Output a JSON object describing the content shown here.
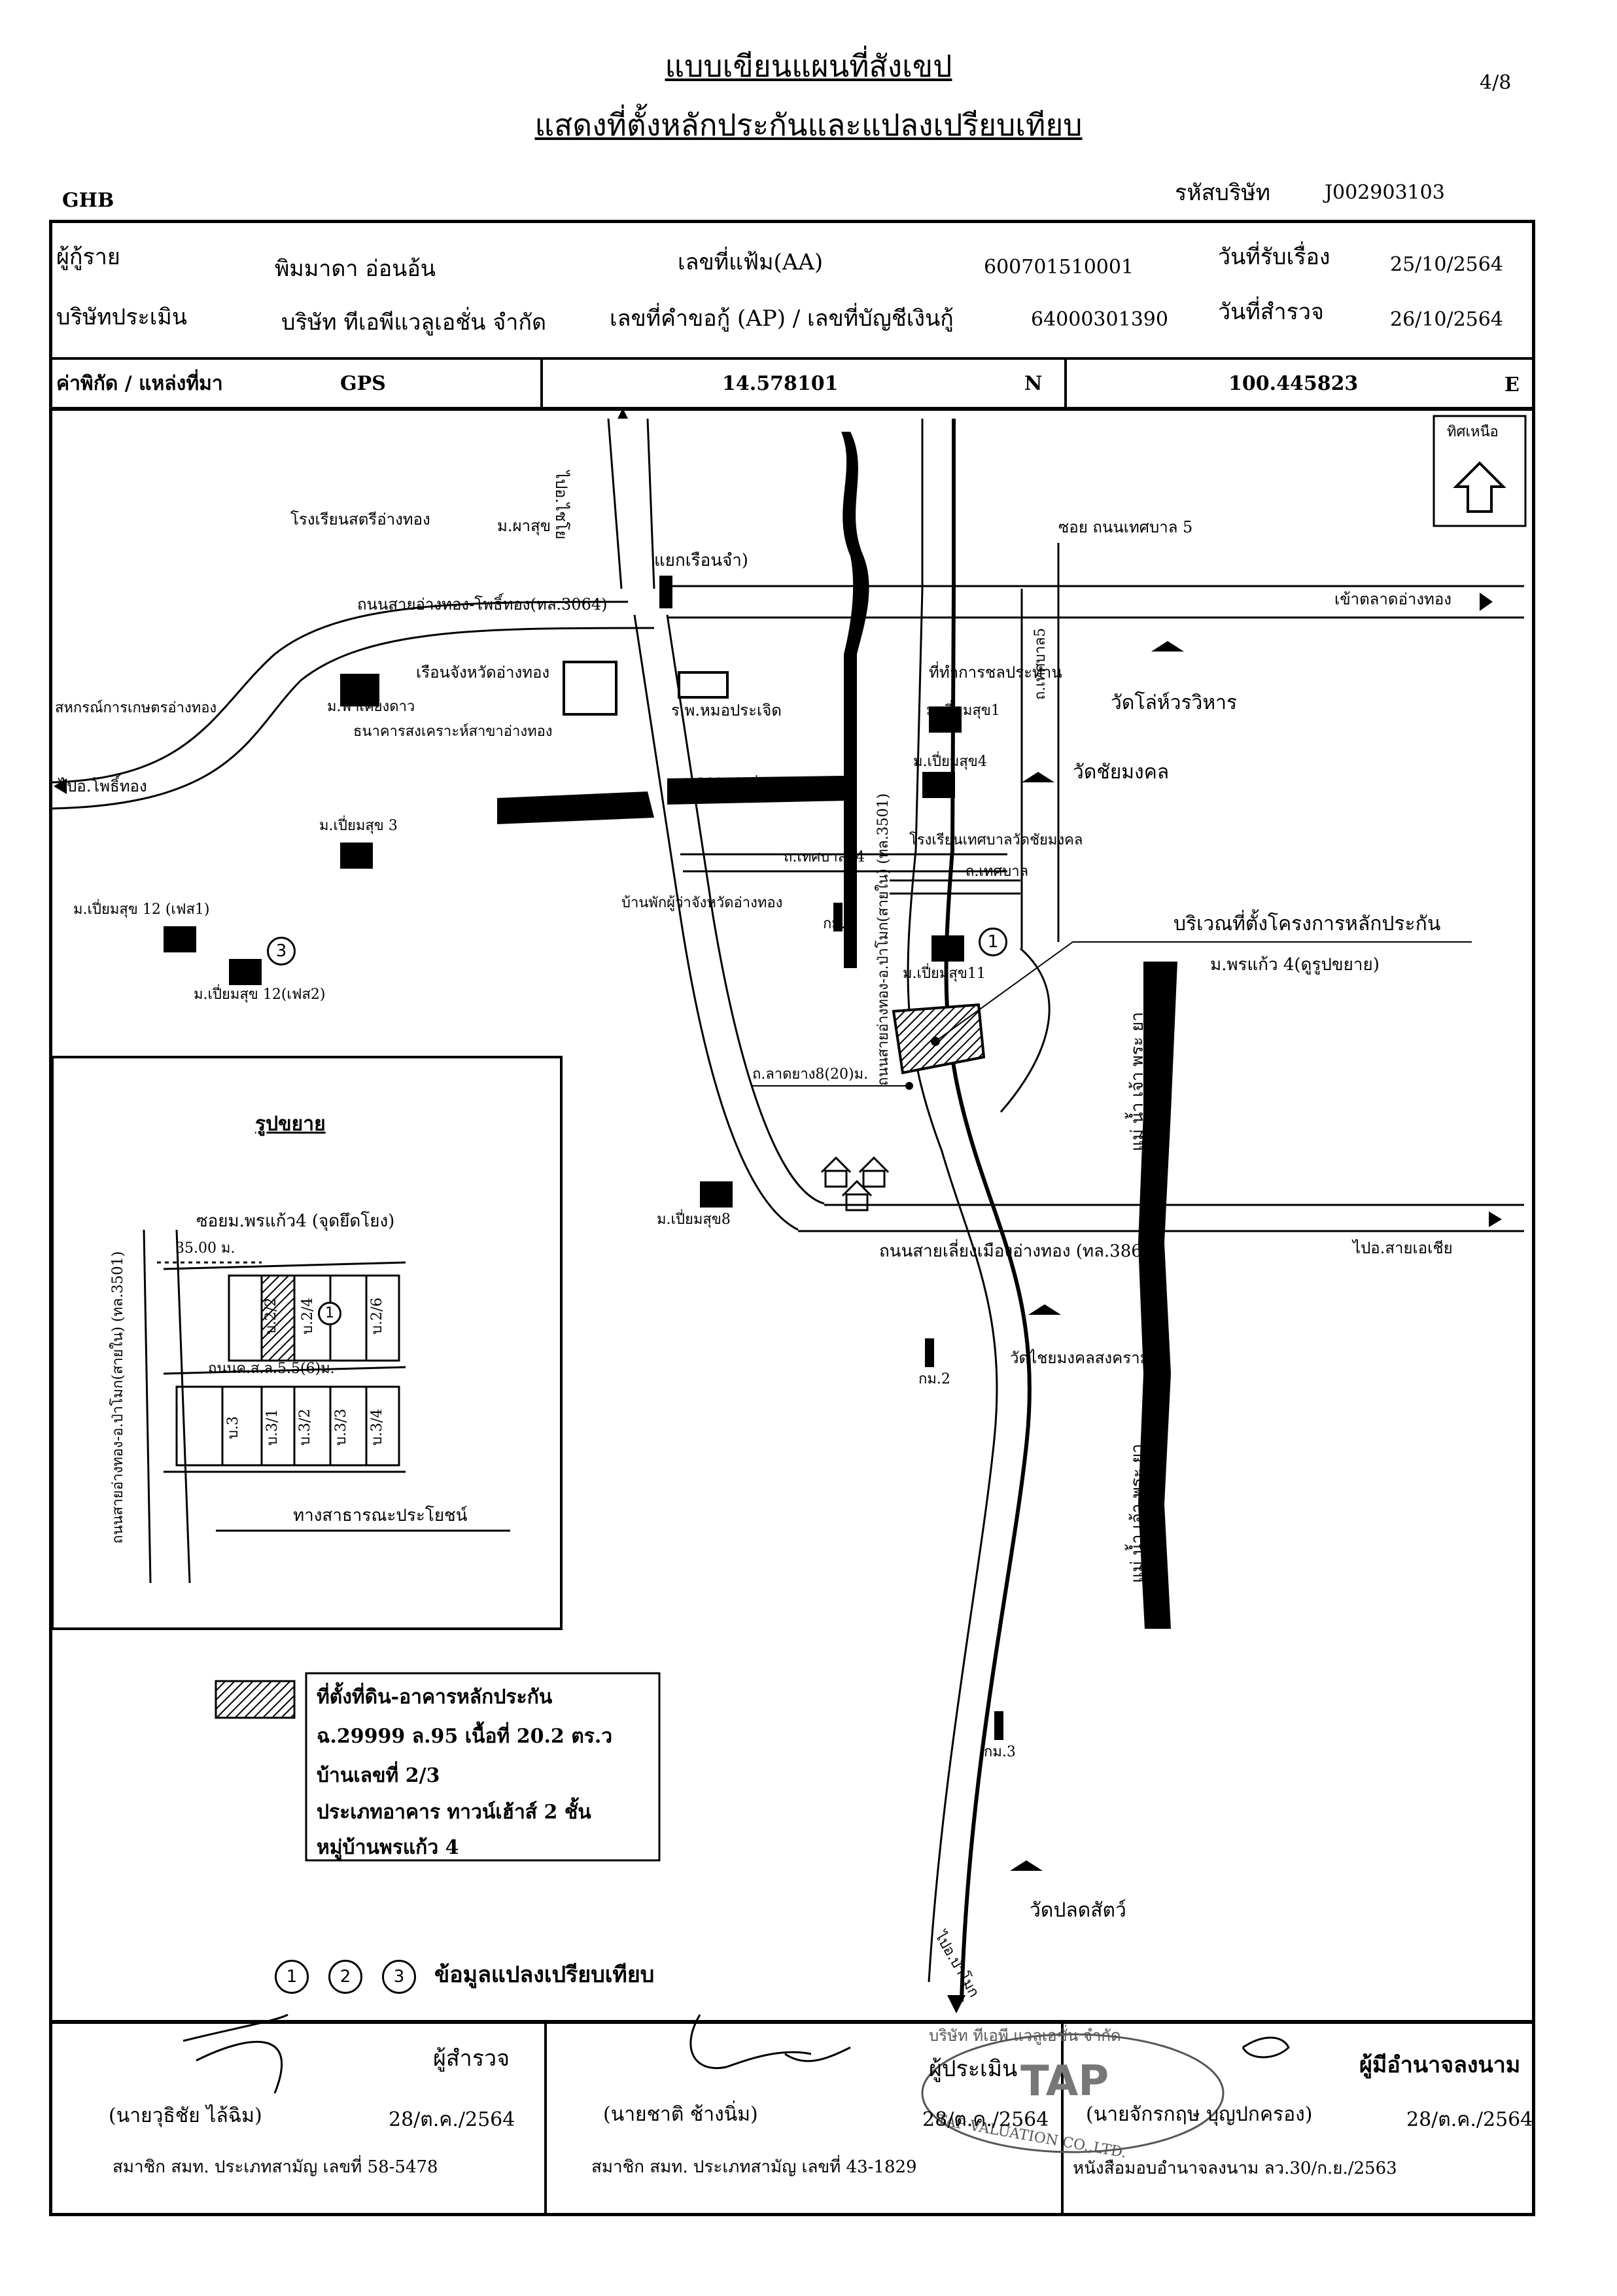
{
  "header": {
    "title_line1": "แบบเขียนแผนที่สังเขป",
    "title_line2": "แสดงที่ตั้งหลักประกันและแปลงเปรียบเทียบ",
    "page_no": "4/8",
    "ghb": "GHB",
    "company_code_label": "รหัสบริษัท",
    "company_code": "J002903103"
  },
  "info": {
    "borrower_label": "ผู้กู้ราย",
    "borrower": "พิมมาดา อ่อนอ้น",
    "file_no_label": "เลขที่แฟ้ม(AA)",
    "file_no": "600701510001",
    "received_label": "วันที่รับเรื่อง",
    "received_date": "25/10/2564",
    "appraiser_label": "บริษัทประเมิน",
    "appraiser": "บริษัท ทีเอพีแวลูเอชั่น จำกัด",
    "request_no_label": "เลขที่คำขอกู้ (AP) / เลขที่บัญชีเงินกู้",
    "request_no": "64000301390",
    "survey_label": "วันที่สำรวจ",
    "survey_date": "26/10/2564",
    "coord_label": "ค่าพิกัด / แหล่งที่มา",
    "coord_source": "GPS",
    "lat": "14.578101",
    "lat_dir": "N",
    "lon": "100.445823",
    "lon_dir": "E"
  },
  "map": {
    "north_label": "ทิศเหนือ",
    "labels": {
      "school_satri": "โรงเรียนสตรีอ่างทอง",
      "m_phasuk": "ม.ผาสุข",
      "yaek_ruean_cham": "แยกเรือนจำ)",
      "road_angthong_pho": "ถนนสายอ่างทอง-โพธิ์ทอง(ทล.3064)",
      "soi_thetsaban5": "ซอย ถนนเทศบาล 5",
      "to_market": "เข้าตลาดอ่างทอง",
      "to_chaiyo": "ไปอ.ไชโย",
      "prison": "เรือนจังหวัดอ่างทอง",
      "coop": "สหกรณ์การเกษตรอ่างทอง",
      "m_fahkiangdao": "ม.ฟ้าเคียงดาว",
      "ghb_branch": "ธนาคารสงเคราะห์สาขาอ่างทอง",
      "hospital": "ร.พ.หมอประเจิด",
      "irrigation": "ที่ทำการชลประทาน",
      "wat_lo_hawiharn": "วัดโล่ห์วรวิหาร",
      "m_piamsuk1": "ม.เปี่ยมสุข1",
      "m_piamsuk4": "ม.เปี่ยมสุข4",
      "wat_chai_mongkol": "วัดชัยมงคล",
      "to_photong": "ไปอ.โพธิ์ทอง",
      "m_piamsuk3": "ม.เปี่ยมสุข 3",
      "canal": "คลองชลประทาน",
      "road_thetsaban14": "ถ.เทศบาล14",
      "school_thetsaban": "โรงเรียนเทศบาลวัดชัยมงคล",
      "road_thetsaban": "ถ.เทศบาล",
      "road_thetsaban5": "ถ.เทศบาล5",
      "governor_house": "บ้านพักผู้ว่าจังหวัดอ่างทอง",
      "km1": "กม.1",
      "m_piamsuk12_1": "ม.เปี่ยมสุข 12 (เฟส1)",
      "m_piamsuk12_2": "ม.เปี่ยมสุข 12(เฟส2)",
      "m_piamsuk11": "ม.เปี่ยมสุข11",
      "collateral_area": "บริเวณที่ตั้งโครงการหลักประกัน",
      "village": "ม.พรแก้ว 4(ดูรูปขยาย)",
      "road_3501": "ถนนสายอ่างทอง-อ.ป่าโมก(สายใน) (ทล.3501)",
      "road_ladyang": "ถ.ลาดยาง8(20)ม.",
      "river": "แม่ น้ำ เจ้า พระ ยา",
      "m_piamsuk8": "ม.เปี่ยมสุข8",
      "road_386": "ถนนสายเลี่ยงเมืองอ่างทอง (ทล.386)",
      "to_sena": "ไปอ.สายเอเชีย",
      "km2": "กม.2",
      "wat_chai_mongkol_songkhram": "วัดไชยมงคลสงคราม",
      "km3": "กม.3",
      "wat_plod_sat": "วัดปลดสัตว์",
      "to_pamok": "ไปอ.ป่าโมก",
      "num1": "1",
      "num3": "3"
    },
    "inset": {
      "title": "รูปขยาย",
      "soi": "ซอยม.พรแก้ว4 (จุดยึดโยง)",
      "distance": "35.00 ม.",
      "road_inner": "ถนนค.ส.ล.5.5(6)ม.",
      "road_main": "ถนนสายอ่างทอง-อ.ป่าโมก(สายใน) (ทล.3501)",
      "public": "ทางสาธารณะประโยชน์",
      "lots_top": [
        "บ.2/2",
        "บ.2/4",
        "บ.2/6"
      ],
      "lots_bottom": [
        "บ.3",
        "บ.3/1",
        "บ.3/2",
        "บ.3/3",
        "บ.3/4"
      ],
      "num1": "1"
    },
    "legend": {
      "line1": "ที่ตั้งที่ดิน-อาคารหลักประกัน",
      "line2": "ฉ.29999 ล.95 เนื้อที่ 20.2 ตร.ว",
      "line3": "บ้านเลขที่  2/3",
      "line4": "ประเภทอาคาร ทาวน์เฮ้าส์ 2 ชั้น",
      "line5": "หมู่บ้านพรแก้ว 4",
      "compare_nums": [
        "1",
        "2",
        "3"
      ],
      "compare_label": "ข้อมูลแปลงเปรียบเทียบ"
    }
  },
  "signatures": {
    "surveyor_role": "ผู้สำรวจ",
    "surveyor_name": "(นายวุธิชัย ไล้ฉิม)",
    "surveyor_date": "28/ต.ค./2564",
    "surveyor_member": "สมาชิก สมท. ประเภทสามัญ เลขที่ 58-5478",
    "appraiser_role": "ผู้ประเมิน",
    "appraiser_name": "(นายชาติ ช้างนิ่ม)",
    "appraiser_date": "28/ต.ค./2564",
    "appraiser_member": "สมาชิก สมท. ประเภทสามัญ เลขที่  43-1829",
    "signer_role": "ผู้มีอำนาจลงนาม",
    "signer_name": "(นายจักรกฤษ บุญปกครอง)",
    "signer_date": "28/ต.ค./2564",
    "signer_authority": "หนังสือมอบอำนาจลงนาม ลว.30/ก.ย./2563",
    "stamp_top": "บริษัท ทีเอพี แวลูเอชั่น จำกัด",
    "stamp_center": "TAP",
    "stamp_bottom": "TAP VALUATION CO.,LTD."
  }
}
